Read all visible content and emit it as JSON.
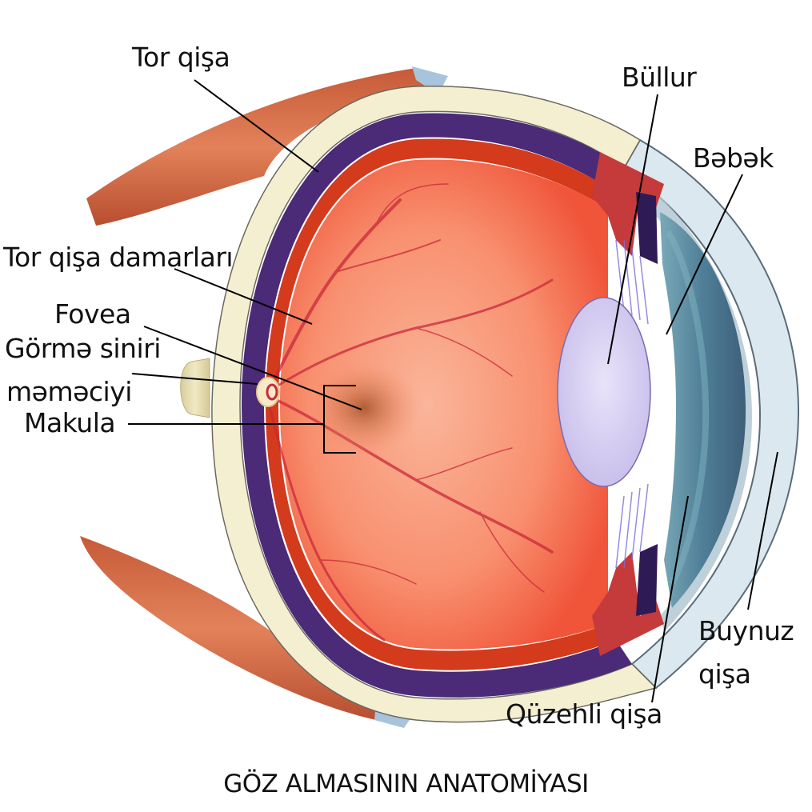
{
  "title": "GÖZ ALMASININ ANATOMİYASI",
  "labels": {
    "tor_qisa": "Tor qişa",
    "bullur": "Büllur",
    "bebek": "Bəbək",
    "tor_qisa_damarlari": "Tor qişa damarları",
    "fovea": "Fovea",
    "gorme_siniri_line1": "Görmə siniri",
    "gorme_siniri_line2": "məməciyi",
    "makula": "Makula",
    "buynuz_qisa_line1": "Buynuz",
    "buynuz_qisa_line2": "qişa",
    "quzehli_qisa": "Qüzehli qişa"
  },
  "colors": {
    "muscle": "#d9704a",
    "sclera": "#f5efd2",
    "choroid": "#4b2a78",
    "retina": "#d43a1c",
    "vitreous": "#f58a6e",
    "lens": "#d9d3f2",
    "iris": "#5f8fa6",
    "cornea": "#cfe3ea",
    "optic_nerve": "#e6dcb0",
    "leader_line": "#000000"
  }
}
